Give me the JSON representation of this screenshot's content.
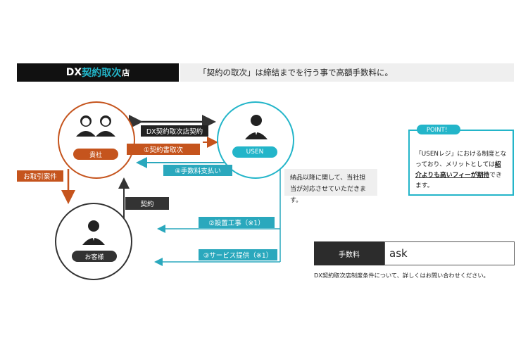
{
  "header": {
    "title_prefix": "DX",
    "title_accent": "契約取次",
    "title_suffix": "店",
    "subtitle": "「契約の取次」は締結までを行う事で高額手数料に。"
  },
  "nodes": {
    "company_label": "貴社",
    "usen_label": "USEN",
    "customer_label": "お客様"
  },
  "flows": {
    "agency_contract": "DX契約取次店契約",
    "contract_form": "①契約書取次",
    "fee_payment": "④手数料支払い",
    "customer_referral": "お取引案件",
    "contract": "契約",
    "installation": "②設置工事（※1）",
    "service": "③サービス提供（※1）"
  },
  "note": "納品以降に関して、当社担当が対応させていただきます。",
  "point": {
    "badge": "POINT！",
    "text_before": "「USENレジ」における制度となっており、メリットとしては",
    "text_emphasis": "紹介よりも高いフィーが期待",
    "text_after": "できます。"
  },
  "fee": {
    "label": "手数料",
    "value": "ask"
  },
  "footnote": "DX契約取次店制度条件について、詳しくはお問い合わせください。",
  "colors": {
    "accent_teal": "#23b5c9",
    "accent_orange": "#c5541d",
    "dark": "#2c2c2c",
    "arrow_teal": "#2aa8bd"
  }
}
